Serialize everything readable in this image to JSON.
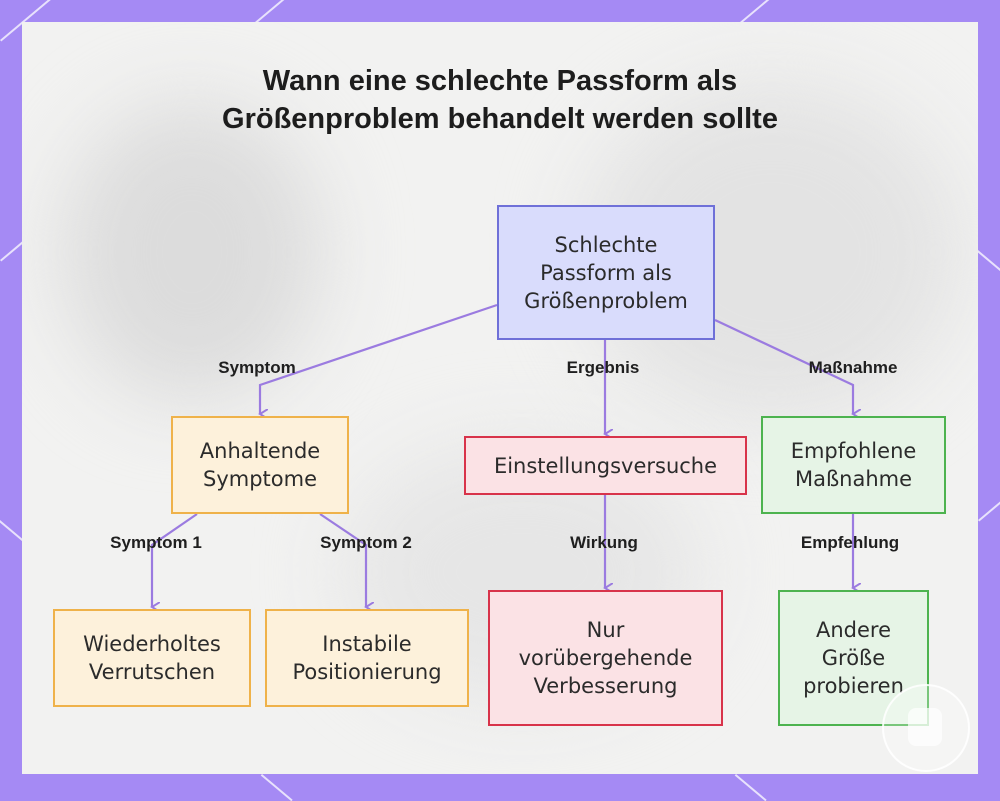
{
  "title": "Wann eine schlechte Passform als Größenproblem behandelt werden sollte",
  "nodes": {
    "root": "Schlechte\nPassform als\nGrößenproblem",
    "symptoms": "Anhaltende\nSymptome",
    "adjustments": "Einstellungsversuche",
    "recommended": "Empfohlene\nMaßnahme",
    "slipping": "Wiederholtes\nVerrutschen",
    "positioning": "Instabile\nPositionierung",
    "temporary": "Nur\nvorübergehende\nVerbesserung",
    "other_size": "Andere\nGröße\nprobieren"
  },
  "edges": {
    "symptom": "Symptom",
    "result": "Ergebnis",
    "measure": "Maßnahme",
    "symptom1": "Symptom 1",
    "symptom2": "Symptom 2",
    "effect": "Wirkung",
    "recommendation": "Empfehlung"
  },
  "colors": {
    "edge": "#9b7be0",
    "frame": "#a58af4",
    "root_fill": "#d9dcfc",
    "orange_border": "#efb24a",
    "red_border": "#d8334a",
    "green_border": "#4db34f"
  }
}
